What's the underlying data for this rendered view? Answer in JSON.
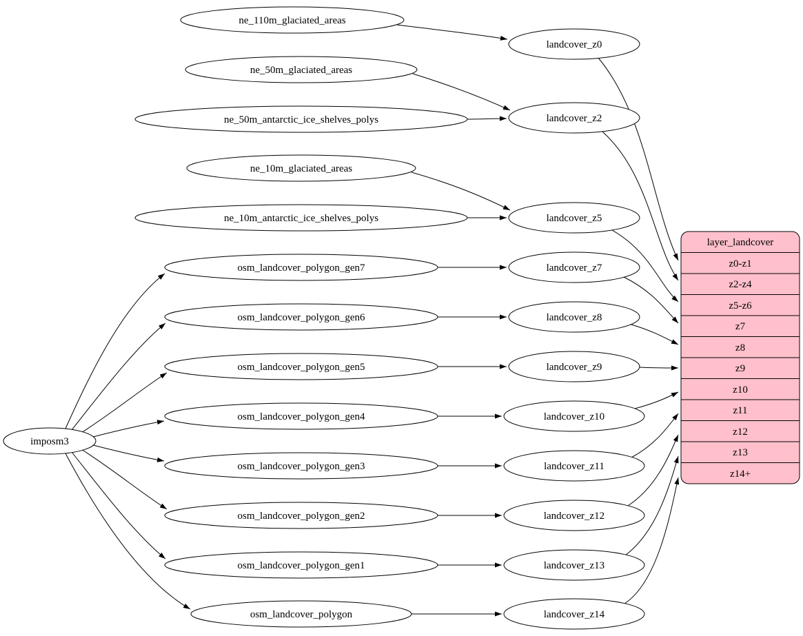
{
  "diagram": {
    "colors": {
      "background": "#ffffff",
      "node_fill": "#ffffff",
      "node_stroke": "#000000",
      "edge_color": "#000000",
      "table_fill": "#ffc0cb"
    },
    "nodes": {
      "imposm3": "imposm3",
      "ne_110m_glaciated_areas": "ne_110m_glaciated_areas",
      "ne_50m_glaciated_areas": "ne_50m_glaciated_areas",
      "ne_50m_antarctic_ice_shelves_polys": "ne_50m_antarctic_ice_shelves_polys",
      "ne_10m_glaciated_areas": "ne_10m_glaciated_areas",
      "ne_10m_antarctic_ice_shelves_polys": "ne_10m_antarctic_ice_shelves_polys",
      "osm_landcover_polygon_gen7": "osm_landcover_polygon_gen7",
      "osm_landcover_polygon_gen6": "osm_landcover_polygon_gen6",
      "osm_landcover_polygon_gen5": "osm_landcover_polygon_gen5",
      "osm_landcover_polygon_gen4": "osm_landcover_polygon_gen4",
      "osm_landcover_polygon_gen3": "osm_landcover_polygon_gen3",
      "osm_landcover_polygon_gen2": "osm_landcover_polygon_gen2",
      "osm_landcover_polygon_gen1": "osm_landcover_polygon_gen1",
      "osm_landcover_polygon": "osm_landcover_polygon",
      "landcover_z0": "landcover_z0",
      "landcover_z2": "landcover_z2",
      "landcover_z5": "landcover_z5",
      "landcover_z7": "landcover_z7",
      "landcover_z8": "landcover_z8",
      "landcover_z9": "landcover_z9",
      "landcover_z10": "landcover_z10",
      "landcover_z11": "landcover_z11",
      "landcover_z12": "landcover_z12",
      "landcover_z13": "landcover_z13",
      "landcover_z14": "landcover_z14"
    },
    "table": {
      "header": "layer_landcover",
      "rows": [
        "z0-z1",
        "z2-z4",
        "z5-z6",
        "z7",
        "z8",
        "z9",
        "z10",
        "z11",
        "z12",
        "z13",
        "z14+"
      ]
    },
    "edges": [
      {
        "from": "ne_110m_glaciated_areas",
        "to": "landcover_z0"
      },
      {
        "from": "ne_50m_glaciated_areas",
        "to": "landcover_z2"
      },
      {
        "from": "ne_50m_antarctic_ice_shelves_polys",
        "to": "landcover_z2"
      },
      {
        "from": "ne_10m_glaciated_areas",
        "to": "landcover_z5"
      },
      {
        "from": "ne_10m_antarctic_ice_shelves_polys",
        "to": "landcover_z5"
      },
      {
        "from": "imposm3",
        "to": "osm_landcover_polygon_gen7"
      },
      {
        "from": "imposm3",
        "to": "osm_landcover_polygon_gen6"
      },
      {
        "from": "imposm3",
        "to": "osm_landcover_polygon_gen5"
      },
      {
        "from": "imposm3",
        "to": "osm_landcover_polygon_gen4"
      },
      {
        "from": "imposm3",
        "to": "osm_landcover_polygon_gen3"
      },
      {
        "from": "imposm3",
        "to": "osm_landcover_polygon_gen2"
      },
      {
        "from": "imposm3",
        "to": "osm_landcover_polygon_gen1"
      },
      {
        "from": "imposm3",
        "to": "osm_landcover_polygon"
      },
      {
        "from": "osm_landcover_polygon_gen7",
        "to": "landcover_z7"
      },
      {
        "from": "osm_landcover_polygon_gen6",
        "to": "landcover_z8"
      },
      {
        "from": "osm_landcover_polygon_gen5",
        "to": "landcover_z9"
      },
      {
        "from": "osm_landcover_polygon_gen4",
        "to": "landcover_z10"
      },
      {
        "from": "osm_landcover_polygon_gen3",
        "to": "landcover_z11"
      },
      {
        "from": "osm_landcover_polygon_gen2",
        "to": "landcover_z12"
      },
      {
        "from": "osm_landcover_polygon_gen1",
        "to": "landcover_z13"
      },
      {
        "from": "osm_landcover_polygon",
        "to": "landcover_z14"
      },
      {
        "from": "landcover_z0",
        "to": "layer_landcover:z0-z1"
      },
      {
        "from": "landcover_z2",
        "to": "layer_landcover:z2-z4"
      },
      {
        "from": "landcover_z5",
        "to": "layer_landcover:z5-z6"
      },
      {
        "from": "landcover_z7",
        "to": "layer_landcover:z7"
      },
      {
        "from": "landcover_z8",
        "to": "layer_landcover:z8"
      },
      {
        "from": "landcover_z9",
        "to": "layer_landcover:z9"
      },
      {
        "from": "landcover_z10",
        "to": "layer_landcover:z10"
      },
      {
        "from": "landcover_z11",
        "to": "layer_landcover:z11"
      },
      {
        "from": "landcover_z12",
        "to": "layer_landcover:z12"
      },
      {
        "from": "landcover_z13",
        "to": "layer_landcover:z13"
      },
      {
        "from": "landcover_z14",
        "to": "layer_landcover:z14+"
      }
    ]
  }
}
